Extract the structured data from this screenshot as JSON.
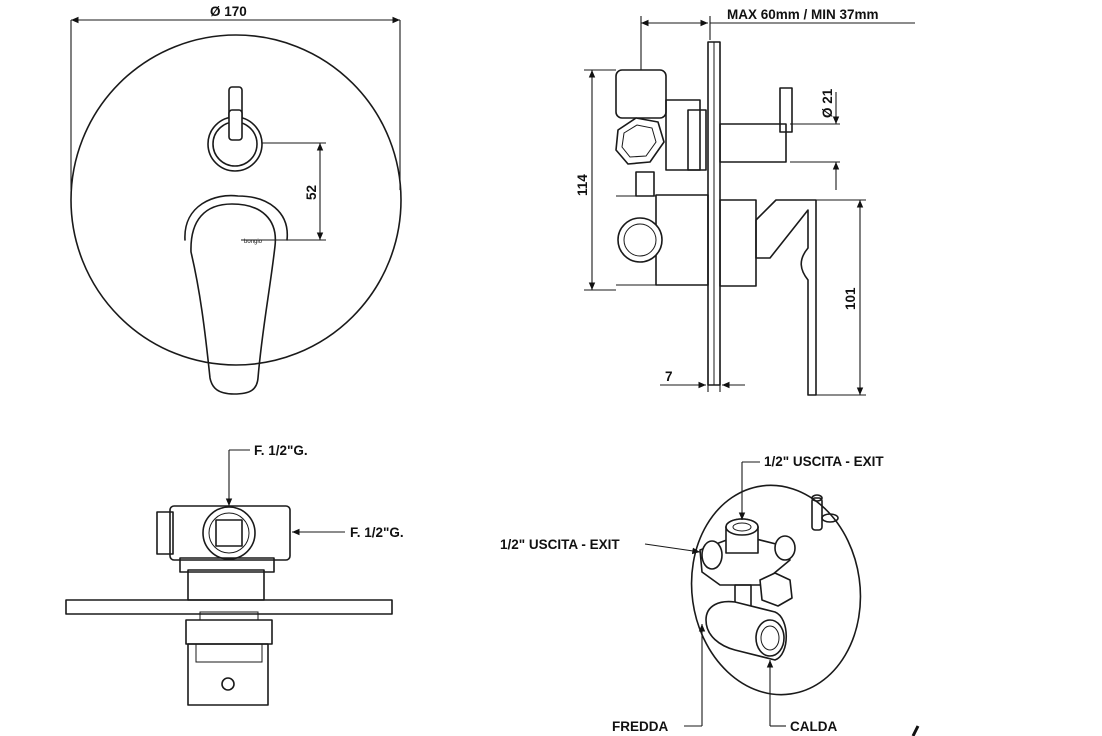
{
  "top_front": {
    "diameter_label": "Ø 170",
    "height_label": "52",
    "logo_text": "bongio"
  },
  "top_side": {
    "depth_label": "MAX 60mm / MIN 37mm",
    "height_114": "114",
    "height_101": "101",
    "diameter_21": "Ø 21",
    "thickness_7": "7"
  },
  "bottom_top_view": {
    "inlet_top": "F. 1/2\"G.",
    "inlet_right": "F. 1/2\"G."
  },
  "bottom_iso_view": {
    "exit_top": "1/2\" USCITA - EXIT",
    "exit_left": "1/2\" USCITA - EXIT",
    "cold": "FREDDA",
    "hot": "CALDA"
  }
}
